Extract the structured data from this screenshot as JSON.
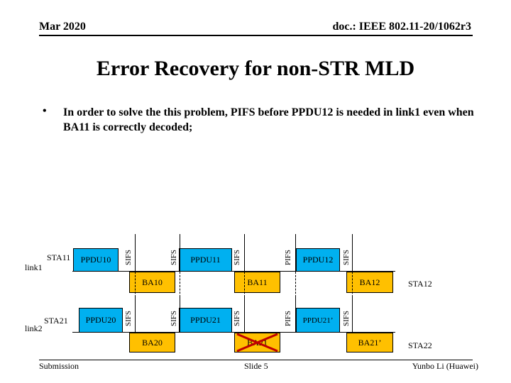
{
  "header": {
    "date": "Mar 2020",
    "doc_id": "doc.: IEEE 802.11-20/1062r3"
  },
  "title": "Error Recovery for non-STR MLD",
  "bullet": {
    "marker": "•",
    "text": "In order to solve the this problem, PIFS before PPDU12 is needed in link1 even when BA11 is correctly decoded;"
  },
  "diagram": {
    "link1": {
      "link_label": "link1",
      "sta_tx": "STA11",
      "ppdus": [
        "PPDU10",
        "PPDU11",
        "PPDU12"
      ],
      "gaps": [
        "SIFS",
        "SIFS",
        "SIFS",
        "PIFS",
        "SIFS"
      ],
      "bas": [
        "BA10",
        "BA11",
        "BA12"
      ],
      "sta_rx": "STA12"
    },
    "link2": {
      "link_label": "link2",
      "sta_tx": "STA21",
      "ppdus": [
        "PPDU20",
        "PPDU21",
        "PPDU21’"
      ],
      "gaps": [
        "SIFS",
        "SIFS",
        "SIFS",
        "PIFS",
        "SIFS"
      ],
      "bas": [
        "BA20",
        "BA21",
        "BA21’"
      ],
      "sta_rx": "STA22",
      "failed_ba": "BA21"
    },
    "colors": {
      "ppdu": "#00b0f0",
      "ba": "#ffc000",
      "cross": "#c00000"
    }
  },
  "footer": {
    "left": "Submission",
    "center": "Slide 5",
    "right": "Yunbo Li (Huawei)"
  }
}
